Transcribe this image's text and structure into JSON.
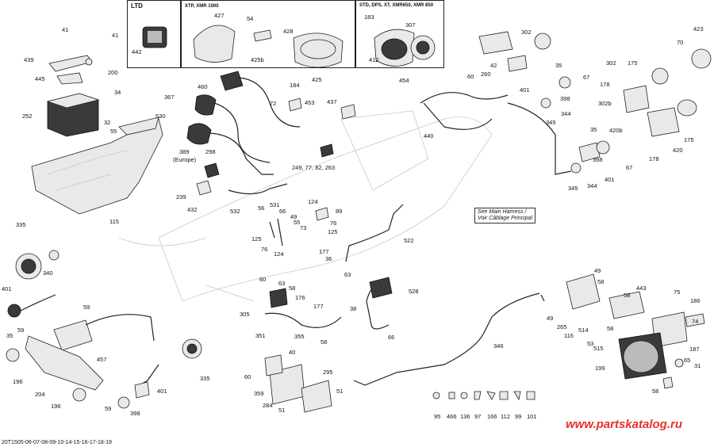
{
  "boxes": {
    "ltd": {
      "title": "LTD",
      "parts": [
        "442"
      ]
    },
    "xtp": {
      "title": "XTP, XMR 1000",
      "parts": [
        "427",
        "54",
        "428",
        "425b",
        "425"
      ]
    },
    "std": {
      "title": "STD, DPS, XT, XMR650, XMR 850",
      "parts": [
        "183",
        "307",
        "412",
        "454"
      ]
    }
  },
  "callout": {
    "line1": "See Main Harness /",
    "line2": "Voir Câblage Principal"
  },
  "annotations": {
    "europe": "(Europe)",
    "multi_ref": "249, 77, 82, 263"
  },
  "labels": {
    "n41a": "41",
    "n41b": "41",
    "n439": "439",
    "n200": "200",
    "n445": "445",
    "n34": "34",
    "n252": "252",
    "n32": "32",
    "n55a": "55",
    "n530": "530",
    "n115": "115",
    "n460": "460",
    "n367": "367",
    "n184": "184",
    "n72": "72",
    "n453": "453",
    "n437": "437",
    "n389": "389",
    "n298": "298",
    "n239": "239",
    "n432": "432",
    "n532": "532",
    "n56": "56",
    "n531": "531",
    "n66a": "66",
    "n49a": "49",
    "n55b": "55",
    "n125a": "125",
    "n73": "73",
    "n76a": "76",
    "n124a": "124",
    "n124b": "124",
    "n89": "89",
    "n76b": "76",
    "n125b": "125",
    "n522": "522",
    "n177a": "177",
    "n36": "36",
    "n60a": "60",
    "n63a": "63",
    "n58a": "58",
    "n176": "176",
    "n177b": "177",
    "n63b": "63",
    "n528": "528",
    "n38": "38",
    "n305": "305",
    "n351": "351",
    "n355": "355",
    "n58b": "58",
    "n66b": "66",
    "n40": "40",
    "n60b": "60",
    "n359": "359",
    "n284": "284",
    "n295": "295",
    "n51a": "51",
    "n51b": "51",
    "n346": "346",
    "n335a": "335",
    "n340": "340",
    "n401a": "401",
    "n35a": "35",
    "n59a": "59",
    "n59b": "59",
    "n457": "457",
    "n196a": "196",
    "n204": "204",
    "n196b": "196",
    "n335b": "335",
    "n401b": "401",
    "n398a": "398",
    "n59c": "59",
    "n440": "440",
    "n60c": "60",
    "n260": "260",
    "n42": "42",
    "n302a": "302",
    "n35b": "35",
    "n401c": "401",
    "n398b": "398",
    "n344a": "344",
    "n345a": "345",
    "n67a": "67",
    "n178a": "178",
    "n302b": "302b",
    "n35c": "35",
    "n420b": "420b",
    "n398c": "398",
    "n345b": "345",
    "n344b": "344",
    "n401d": "401",
    "n67b": "67",
    "n178b": "178",
    "n302c": "302",
    "n175a": "175",
    "n70": "70",
    "n423": "423",
    "n175b": "175",
    "n420": "420",
    "n49b": "49",
    "n58c": "58",
    "n58d": "58",
    "n443": "443",
    "n49c": "49",
    "n265": "265",
    "n116": "116",
    "n514": "514",
    "n58e": "58",
    "n53": "53",
    "n515": "515",
    "n75": "75",
    "n186": "186",
    "n74": "74",
    "n187": "187",
    "n199": "199",
    "n65": "65",
    "n31": "31",
    "n58f": "58",
    "n95": "95",
    "n466": "466",
    "n136": "136",
    "n97": "97",
    "n166": "166",
    "n112": "112",
    "n99": "99",
    "n101": "101"
  },
  "footer": {
    "code": "20T1505-06-07-08-09-10-14-15-16-17-18-19"
  },
  "brand": {
    "text": "www.partskatalog.ru",
    "color": "#e8302a"
  }
}
